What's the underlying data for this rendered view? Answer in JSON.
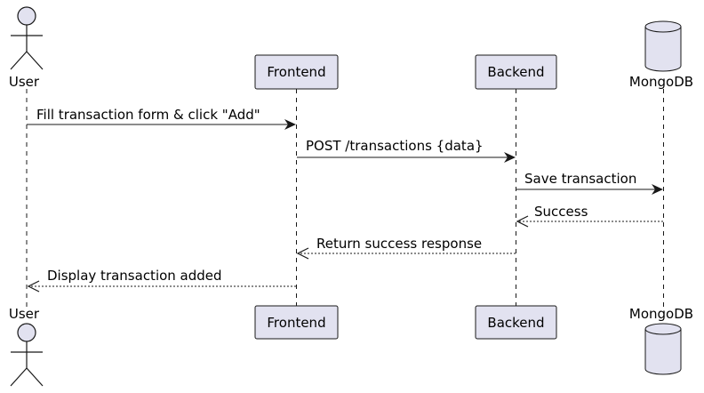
{
  "participants": {
    "user": "User",
    "frontend": "Frontend",
    "backend": "Backend",
    "mongodb": "MongoDB"
  },
  "messages": [
    {
      "from": "user",
      "to": "frontend",
      "text": "Fill transaction form & click \"Add\"",
      "style": "solid"
    },
    {
      "from": "frontend",
      "to": "backend",
      "text": "POST /transactions {data}",
      "style": "solid"
    },
    {
      "from": "backend",
      "to": "mongodb",
      "text": "Save transaction",
      "style": "solid"
    },
    {
      "from": "mongodb",
      "to": "backend",
      "text": "Success",
      "style": "dashed"
    },
    {
      "from": "backend",
      "to": "frontend",
      "text": "Return success response",
      "style": "dashed"
    },
    {
      "from": "frontend",
      "to": "user",
      "text": "Display transaction added",
      "style": "dashed"
    }
  ],
  "colors": {
    "participant_fill": "#E2E2F0",
    "participant_border": "#181818",
    "lifeline": "#181818",
    "arrow": "#181818"
  }
}
